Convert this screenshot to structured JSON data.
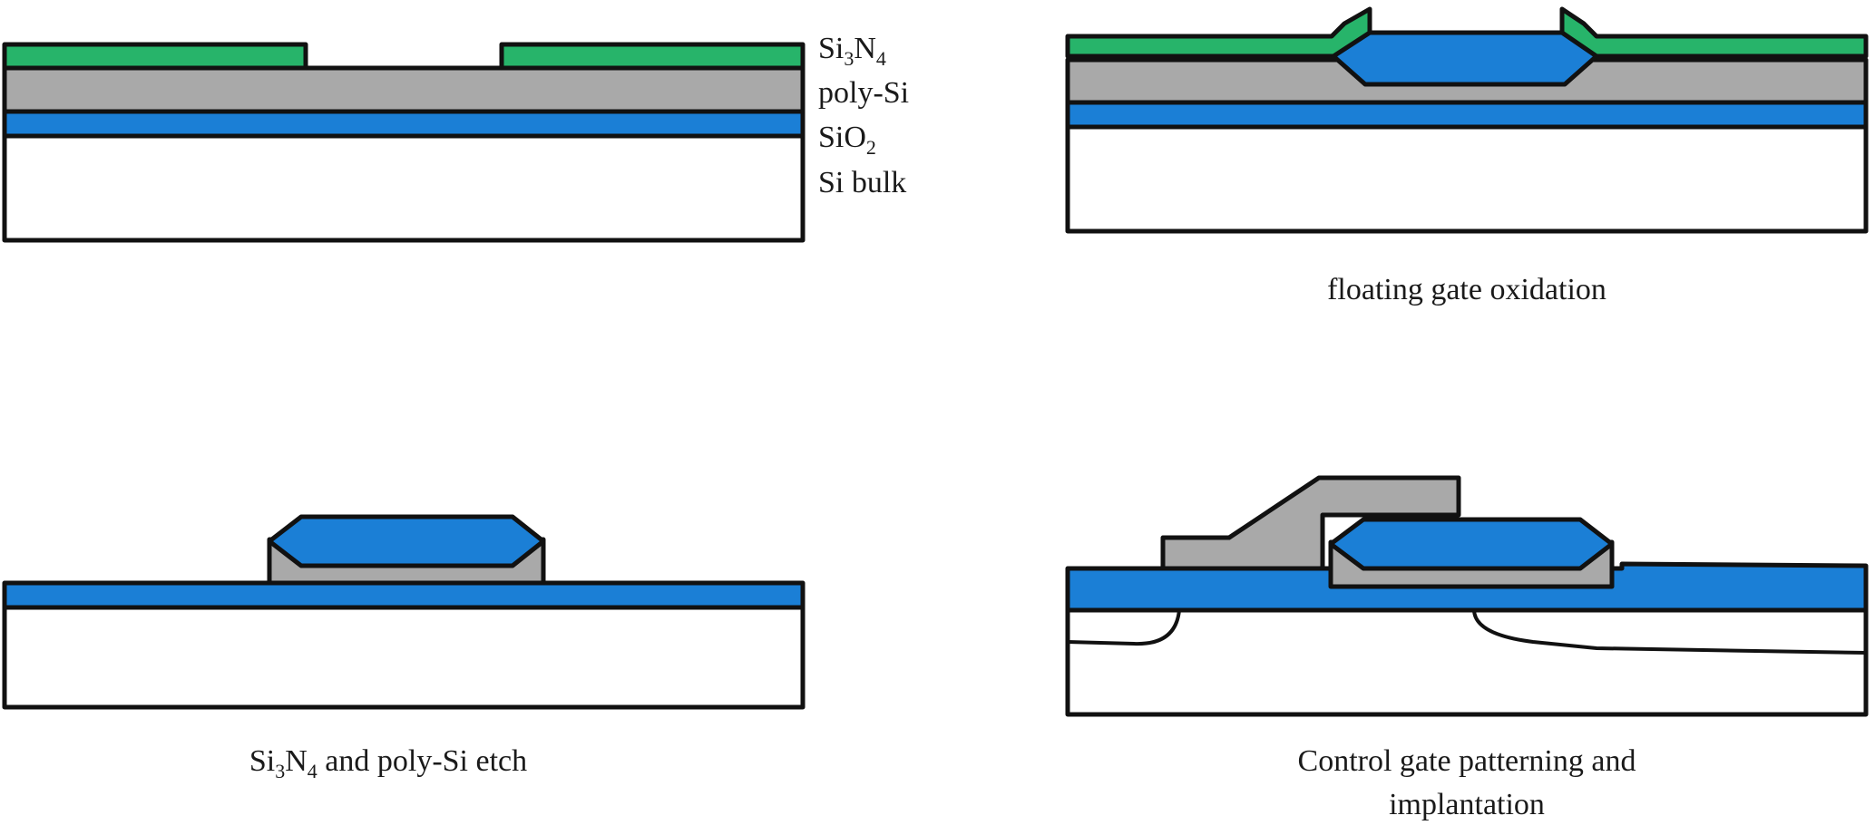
{
  "colors": {
    "nitride": "#27b46a",
    "poly_si": "#a9a9a9",
    "oxide": "#1b7fd6",
    "bulk": "#ffffff",
    "outline": "#111111"
  },
  "layer_labels": {
    "nitride": {
      "main": "Si",
      "sub1": "3",
      "main2": "N",
      "sub2": "4"
    },
    "poly_si": "poly-Si",
    "oxide": {
      "main": "SiO",
      "sub": "2"
    },
    "bulk": "Si bulk"
  },
  "captions": {
    "top_right": "floating gate oxidation",
    "bottom_left": {
      "pre": "Si",
      "sub1": "3",
      "mid": "N",
      "sub2": "4",
      "post": " and poly-Si etch"
    },
    "bottom_right_line1": "Control gate patterning and",
    "bottom_right_line2": "implantation"
  }
}
